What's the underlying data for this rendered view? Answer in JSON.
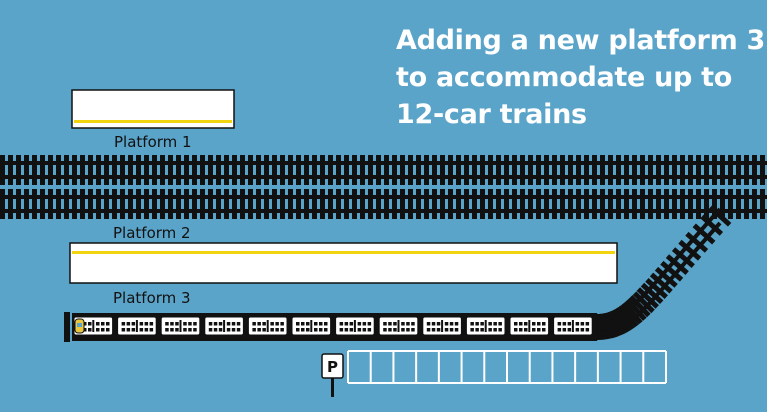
{
  "headline": {
    "line1": "Adding a new platform 3",
    "line2": "to accommodate up to",
    "line3": "12-car trains"
  },
  "platforms": [
    {
      "id": "platform-1",
      "label": "Platform 1"
    },
    {
      "id": "platform-2",
      "label": "Platform 2"
    },
    {
      "id": "platform-3",
      "label": "Platform 3"
    }
  ],
  "train": {
    "car_count": 12
  },
  "parking": {
    "sign_letter": "P",
    "space_count": 14
  },
  "colors": {
    "background": "#5BA4C9",
    "platform_fill": "#ffffff",
    "platform_edge_line": "#F2D30F",
    "rail": "#111111",
    "text_headline": "#ffffff",
    "text_label": "#111111"
  },
  "icons": [
    "parking-sign-icon"
  ]
}
